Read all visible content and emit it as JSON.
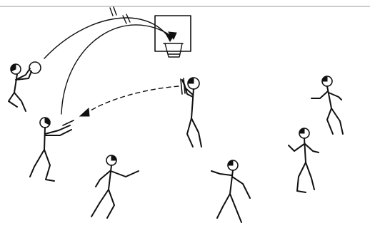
{
  "colors": {
    "ink": "#111111",
    "paper": "#ffffff",
    "top_rule": "#9a9a9a"
  },
  "figure": {
    "kind": "basketball passing and shooting drill illustration",
    "player_count": 7,
    "has_backboard": true,
    "has_ball": true,
    "pass_paths": [
      {
        "from": "player-shooter-left",
        "to": "hoop",
        "style": "solid",
        "tick_marks": 2
      },
      {
        "from": "player-receiver-left",
        "to": "hoop",
        "style": "solid",
        "tick_marks": 2
      },
      {
        "from": "player-passer-center",
        "to": "player-receiver-left",
        "style": "dashed",
        "tick_marks": 0
      }
    ]
  }
}
